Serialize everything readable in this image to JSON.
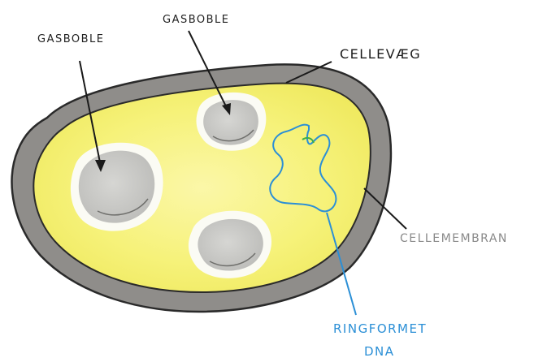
{
  "labels": {
    "gas_vesicle_left": "GASBOBLE",
    "gas_vesicle_top": "GASBOBLE",
    "cell_wall": "CELLEVÆG",
    "cell_membrane": "CELLEMEMBRAN",
    "dna_line1": "RINGFORMET",
    "dna_line2": "DNA"
  },
  "colors": {
    "cell_wall": "#8f8d8a",
    "cytoplasm": "#f6f27a",
    "gas_vesicle": "#c9c9c6",
    "dna": "#2b8fd6",
    "label_text": "#222222",
    "membrane_label_text": "#8a8a8a"
  }
}
